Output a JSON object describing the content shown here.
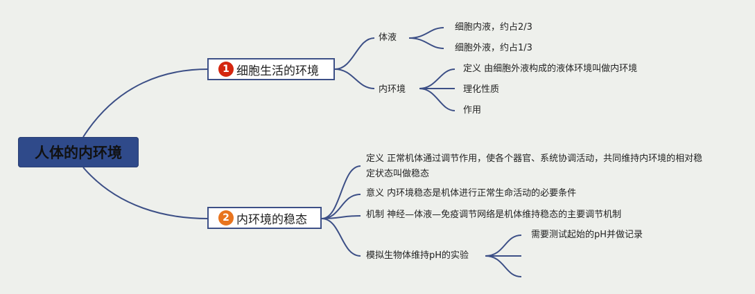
{
  "root": {
    "label": "人体的内环境"
  },
  "branches": [
    {
      "number": "1",
      "label": "细胞生活的环境",
      "color": "#d4260f",
      "children": [
        {
          "label": "体液",
          "children": [
            "细胞内液，约占2/3",
            "细胞外液，约占1/3"
          ]
        },
        {
          "label": "内环境",
          "children": [
            "定义 由细胞外液构成的液体环境叫做内环境",
            "理化性质",
            "作用"
          ]
        }
      ]
    },
    {
      "number": "2",
      "label": "内环境的稳态",
      "color": "#e8741e",
      "children": [
        {
          "label": "定义 正常机体通过调节作用，使各个器官、系统协调活动，共同维持内环境的相对稳定状态叫做稳态"
        },
        {
          "label": "意义 内环境稳态是机体进行正常生命活动的必要条件"
        },
        {
          "label": "机制 神经—体液—免疫调节网络是机体维持稳态的主要调节机制"
        },
        {
          "label": "模拟生物体维持pH的实验",
          "children": [
            "需要测试起始的pH并做记录",
            "",
            ""
          ]
        }
      ]
    }
  ],
  "colors": {
    "line": "#3c4f86",
    "root_bg": "#2f4a8a"
  }
}
